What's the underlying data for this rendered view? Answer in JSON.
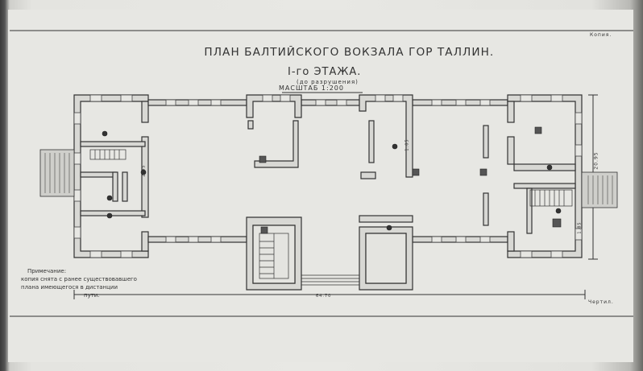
{
  "drawing": {
    "title": "ПЛАН БАЛТИЙСКОГО ВОКЗАЛА ГОР ТАЛЛИН.",
    "floor": "I-го ЭТАЖА.",
    "note_top": "(до разрушения)",
    "scale": "МАСШТАБ 1:200",
    "corner_top": "Копия.",
    "corner_bottom": "Чертил.",
    "note_lines": [
      "Примечание:",
      "копия снята с ранее существовавшего",
      "плана имеющегося в дистанции",
      "пути."
    ],
    "dim_bottom": "64.70",
    "dim_right": "20.95",
    "label_a": "1.05",
    "label_b": "2.05",
    "label_c": "1.85"
  }
}
